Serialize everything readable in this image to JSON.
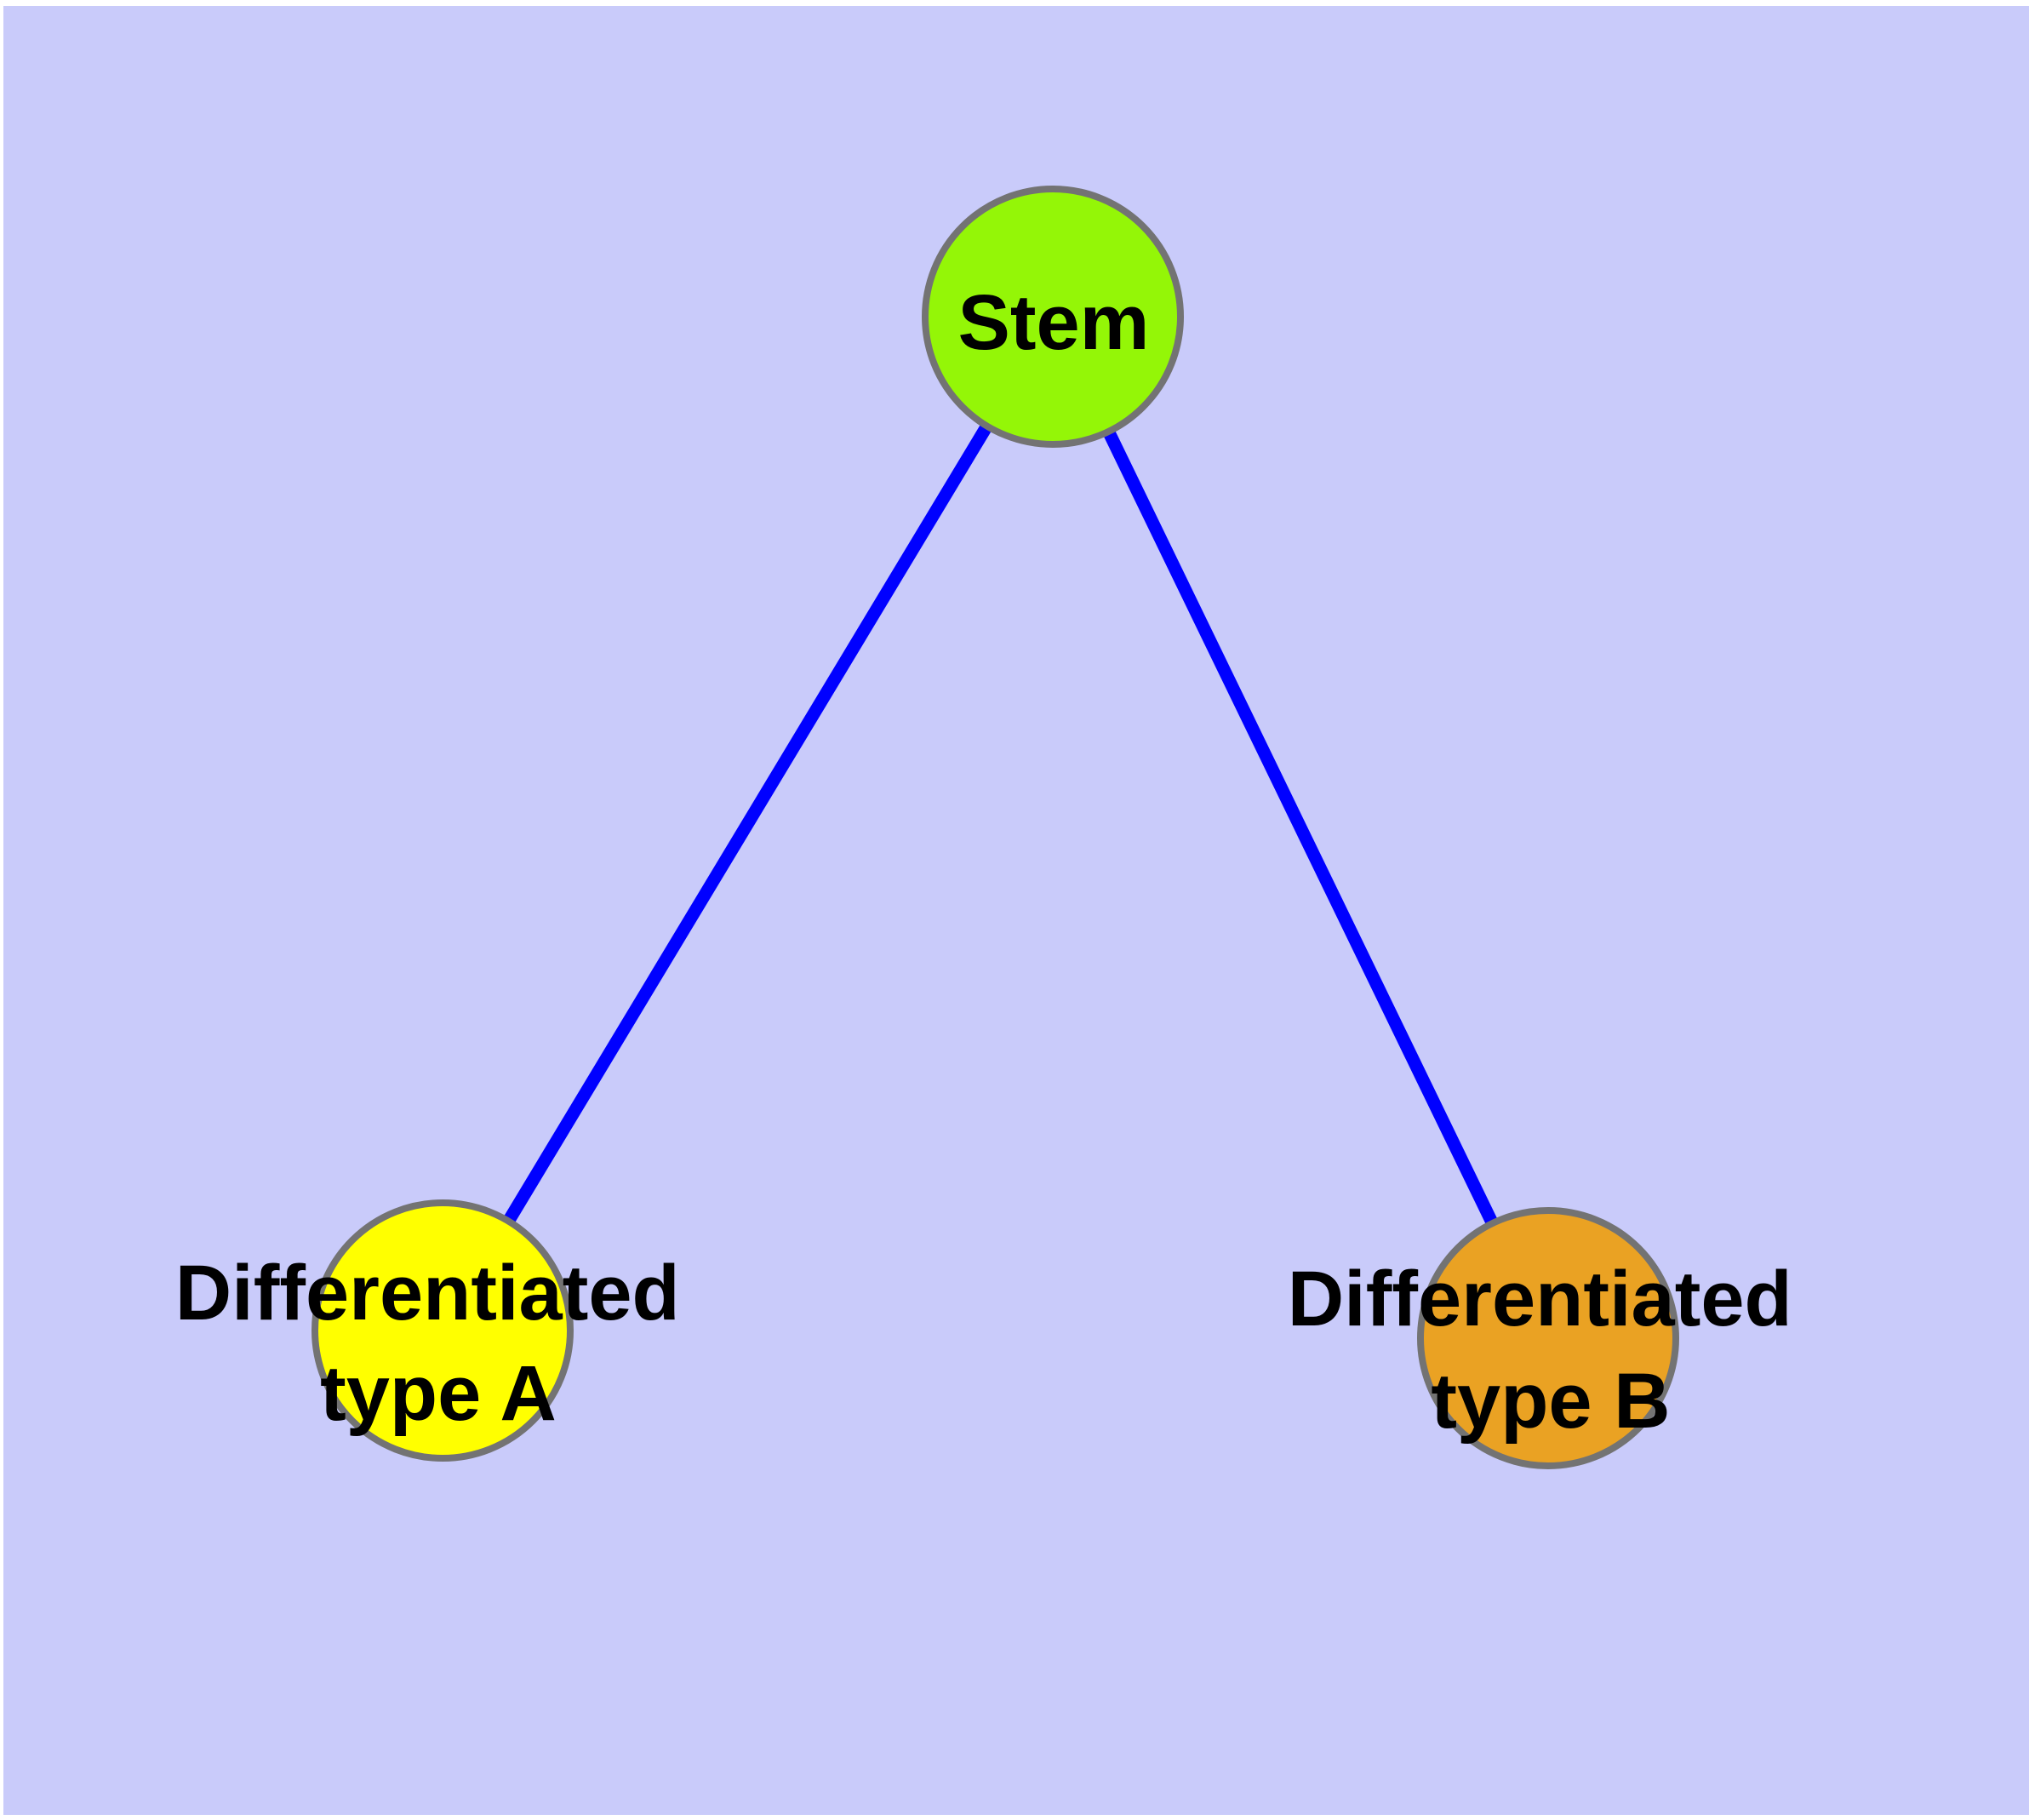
{
  "diagram": {
    "type": "graph",
    "description": "Stem cell differentiation tree: one stem node with two differentiated child nodes",
    "canvas_background_color": "#C9CBFA",
    "page_margin_color": "#FFFFFF",
    "edge_color": "#0000FF",
    "node_border_color": "#737373",
    "label_color": "#000000",
    "nodes": {
      "stem": {
        "label": "Stem",
        "fill": "#94F607"
      },
      "type_a": {
        "label_line1": "Differentiated",
        "label_line2": "type A",
        "fill": "#FFFF00"
      },
      "type_b": {
        "label_line1": "Differentiated",
        "label_line2": "type B",
        "fill": "#EAA223"
      }
    },
    "edges": [
      {
        "from": "Stem",
        "to": "Differentiated type A"
      },
      {
        "from": "Stem",
        "to": "Differentiated type B"
      }
    ]
  }
}
